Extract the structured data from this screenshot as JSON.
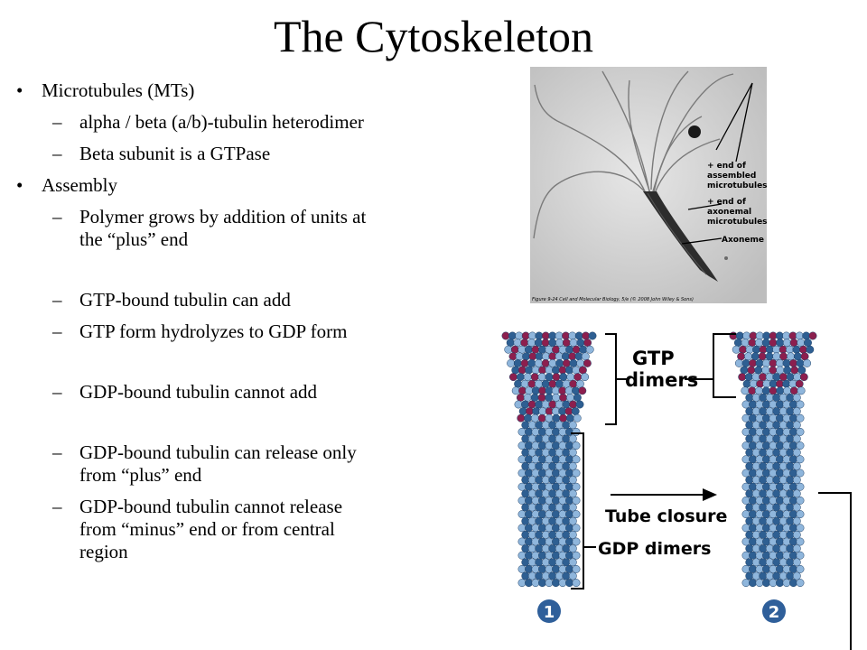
{
  "slide": {
    "title": "The Cytoskeleton"
  },
  "bullets": {
    "b1": "Microtubules (MTs)",
    "b1_1": "alpha / beta (a/b)-tubulin heterodimer",
    "b1_2": "Beta subunit is a GTPase",
    "b2": "Assembly",
    "b2_1a": "Polymer grows by addition of units at",
    "b2_1b": "the “plus” end",
    "b2_2": "GTP-bound tubulin can add",
    "b2_3": "GTP form hydrolyzes to GDP form",
    "b2_4": "GDP-bound tubulin cannot add",
    "b2_5a": "GDP-bound tubulin can release only",
    "b2_5b": "from “plus” end",
    "b2_6a": "GDP-bound tubulin cannot release",
    "b2_6b": "from “minus” end or from central",
    "b2_6c": "region",
    "bullet_glyph": "•",
    "dash_glyph": "–"
  },
  "em_figure": {
    "label_assembled_1": "+ end of",
    "label_assembled_2": "assembled",
    "label_assembled_3": "microtubules",
    "label_axonemal_1": "+ end of",
    "label_axonemal_2": "axonemal",
    "label_axonemal_3": "microtubules",
    "label_axoneme": "Axoneme",
    "caption": "Figure 9-24  Cell and Molecular Biology, 5/e (© 2008 John Wiley & Sons)"
  },
  "mt_figure": {
    "gtp_1": "GTP",
    "gtp_2": "dimers",
    "tube_closure": "Tube closure",
    "gdp": "GDP dimers",
    "step1": "1",
    "step2": "2",
    "colors": {
      "alpha": "#8fb6dc",
      "beta": "#2e5f92",
      "gtp": "#8c1f4e",
      "badge": "#2f5f9a"
    }
  }
}
